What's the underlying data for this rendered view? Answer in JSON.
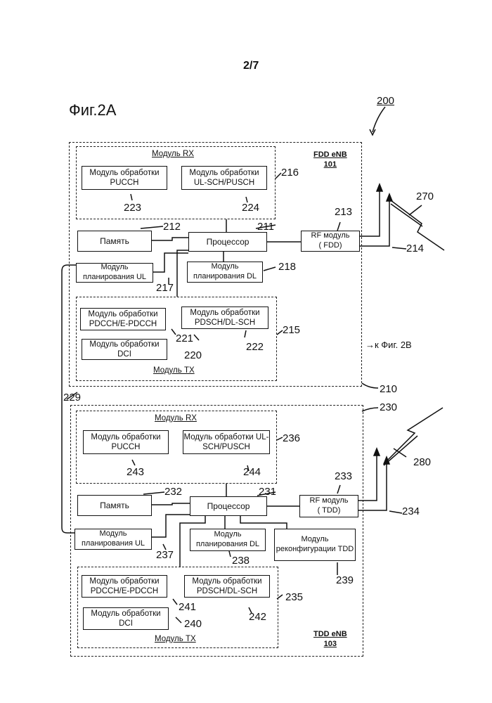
{
  "page_number": "2/7",
  "figure_title": "Фиг.2A",
  "figure_ref": "200",
  "continuation": "→к Фиг. 2B",
  "link_label": "229",
  "fdd_enb": {
    "ref": "210",
    "name": "FDD eNB",
    "id": "101",
    "rx": {
      "title": "Модуль RX",
      "ref": "216",
      "pucch": {
        "label": "Модуль обработки PUCCH",
        "ref": "223"
      },
      "ulsch": {
        "label": "Модуль обработки UL-SCH/PUSCH",
        "ref": "224"
      }
    },
    "memory": {
      "label": "Память",
      "ref": "212"
    },
    "processor": {
      "label": "Процессор",
      "ref": "211"
    },
    "rf": {
      "label": "RF модуль",
      "mode": "( FDD)",
      "ref": "213"
    },
    "antenna_ref": "214",
    "signal_ref": "270",
    "ul_sched": {
      "label": "Модуль планирования UL",
      "ref": "217"
    },
    "dl_sched": {
      "label": "Модуль планирования DL",
      "ref": "218"
    },
    "tx": {
      "title": "Модуль TX",
      "ref": "215",
      "pdcch": {
        "label": "Модуль обработки PDCCH/E-PDCCH",
        "ref": "221"
      },
      "pdsch": {
        "label": "Модуль обработки PDSCH/DL-SCH",
        "ref": "222"
      },
      "dci": {
        "label": "Модуль обработки DCI",
        "ref": "220"
      }
    }
  },
  "tdd_enb": {
    "ref": "230",
    "name": "TDD eNB",
    "id": "103",
    "rx": {
      "title": "Модуль RX",
      "ref": "236",
      "pucch": {
        "label": "Модуль обработки PUCCH",
        "ref": "243"
      },
      "ulsch": {
        "label": "Модуль обработки UL-SCH/PUSCH",
        "ref": "244"
      }
    },
    "memory": {
      "label": "Память",
      "ref": "232"
    },
    "processor": {
      "label": "Процессор",
      "ref": "231"
    },
    "rf": {
      "label": "RF модуль",
      "mode": "( TDD)",
      "ref": "233"
    },
    "antenna_ref": "234",
    "signal_ref": "280",
    "ul_sched": {
      "label": "Модуль планирования UL",
      "ref": "237"
    },
    "dl_sched": {
      "label": "Модуль планирования DL",
      "ref": "238"
    },
    "reconf": {
      "label": "Модуль реконфигурации TDD",
      "ref": "239"
    },
    "tx": {
      "title": "Модуль TX",
      "ref": "235",
      "pdcch": {
        "label": "Модуль обработки PDCCH/E-PDCCH",
        "ref": "241"
      },
      "pdsch": {
        "label": "Модуль обработки PDSCH/DL-SCH",
        "ref": "242"
      },
      "dci": {
        "label": "Модуль обработки DCI",
        "ref": "240"
      }
    }
  }
}
